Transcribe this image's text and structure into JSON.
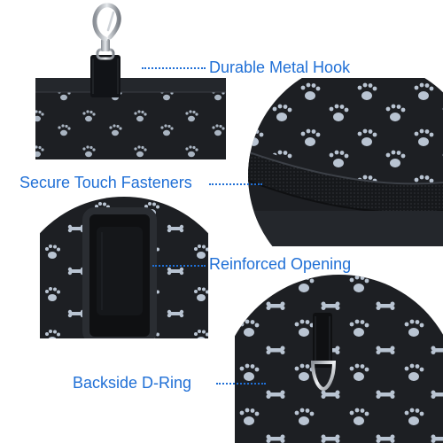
{
  "callouts": {
    "hook": "Durable Metal Hook",
    "fasteners": "Secure Touch Fasteners",
    "opening": "Reinforced Opening",
    "dring": "Backside D-Ring"
  },
  "colors": {
    "label": "#1f6fd6",
    "fabric": "#1d1f23",
    "paw_print": "#b9c4d2",
    "background": "#ffffff"
  }
}
